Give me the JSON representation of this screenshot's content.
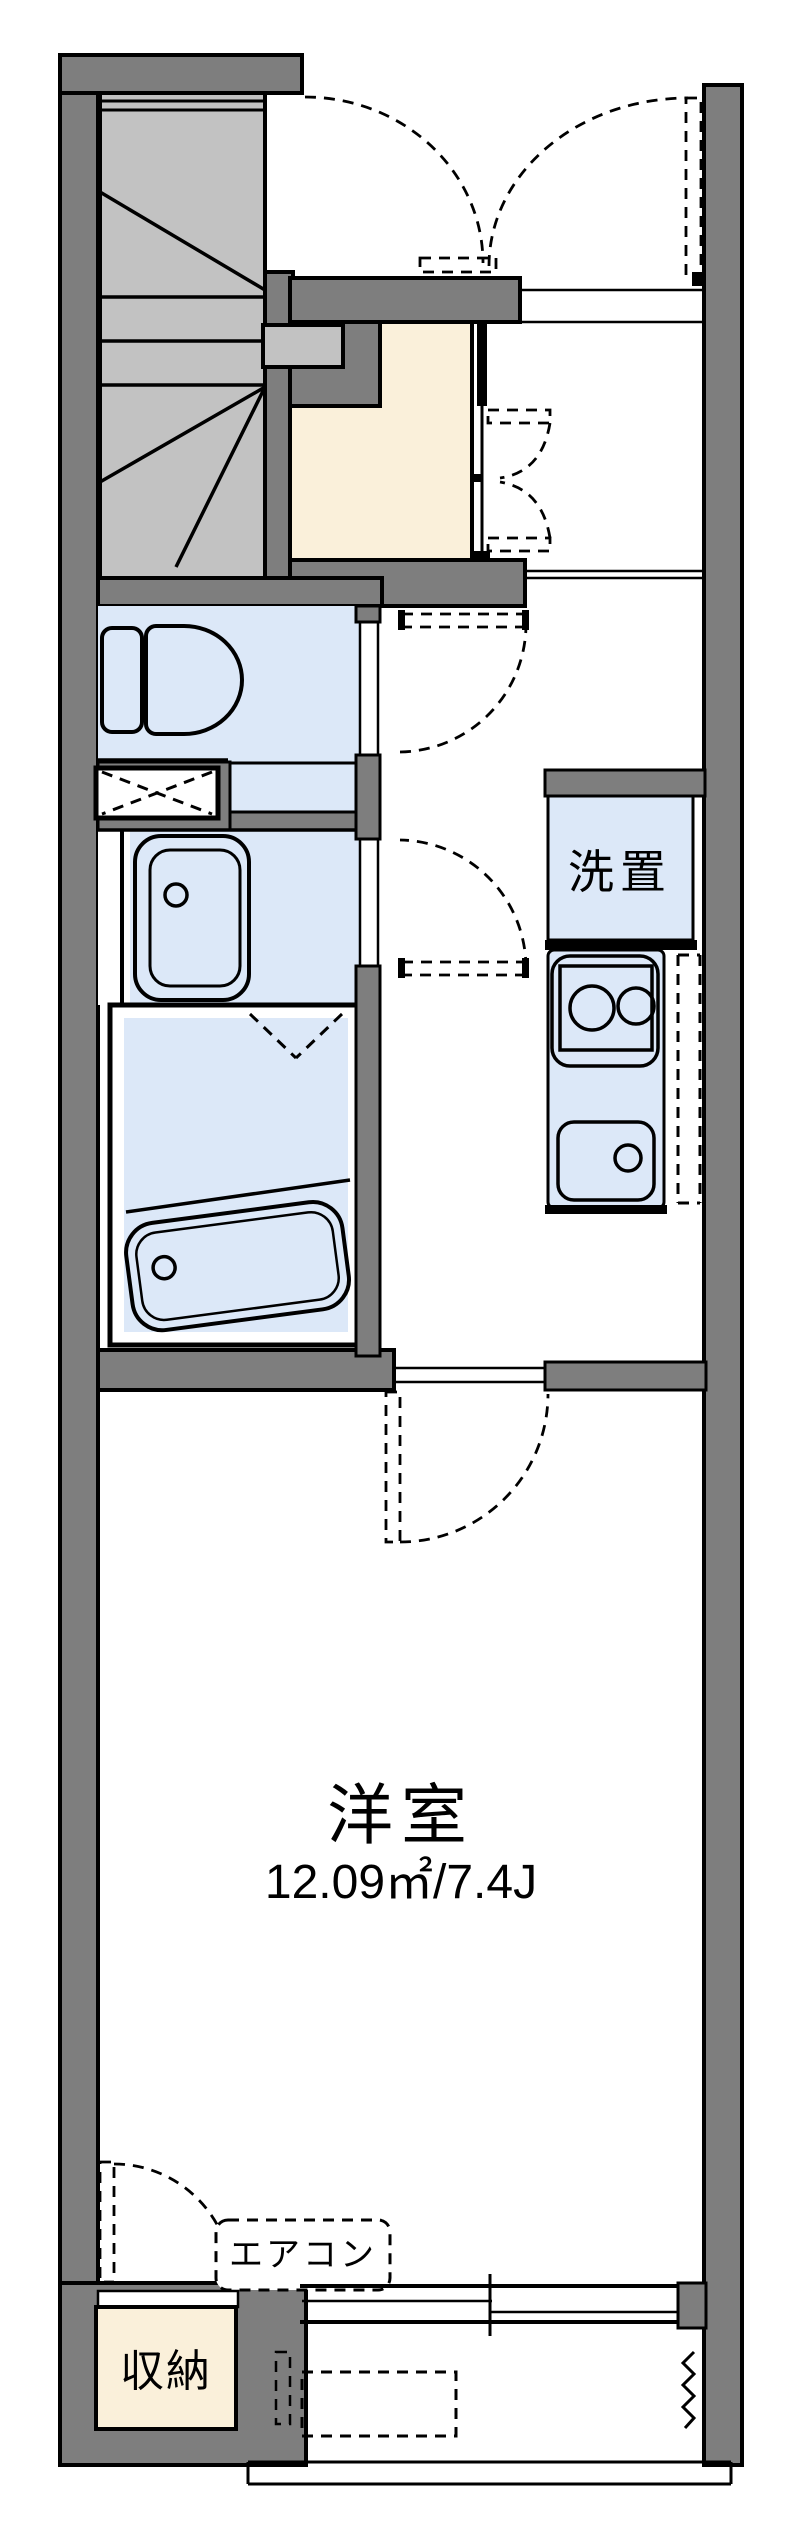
{
  "floorplan": {
    "colors": {
      "wall_gray": "#7E7E7E",
      "stair_gray": "#C2C2C2",
      "wet_area_blue": "#DCE8F8",
      "entry_cream": "#FAF0DA",
      "line_black": "#000000",
      "bg_white": "#FFFFFF"
    },
    "labels": {
      "laundry_space": "洗置",
      "main_room_name": "洋室",
      "main_room_size": "12.09㎡/7.4J",
      "air_conditioner": "エアコン",
      "storage": "収納"
    }
  }
}
